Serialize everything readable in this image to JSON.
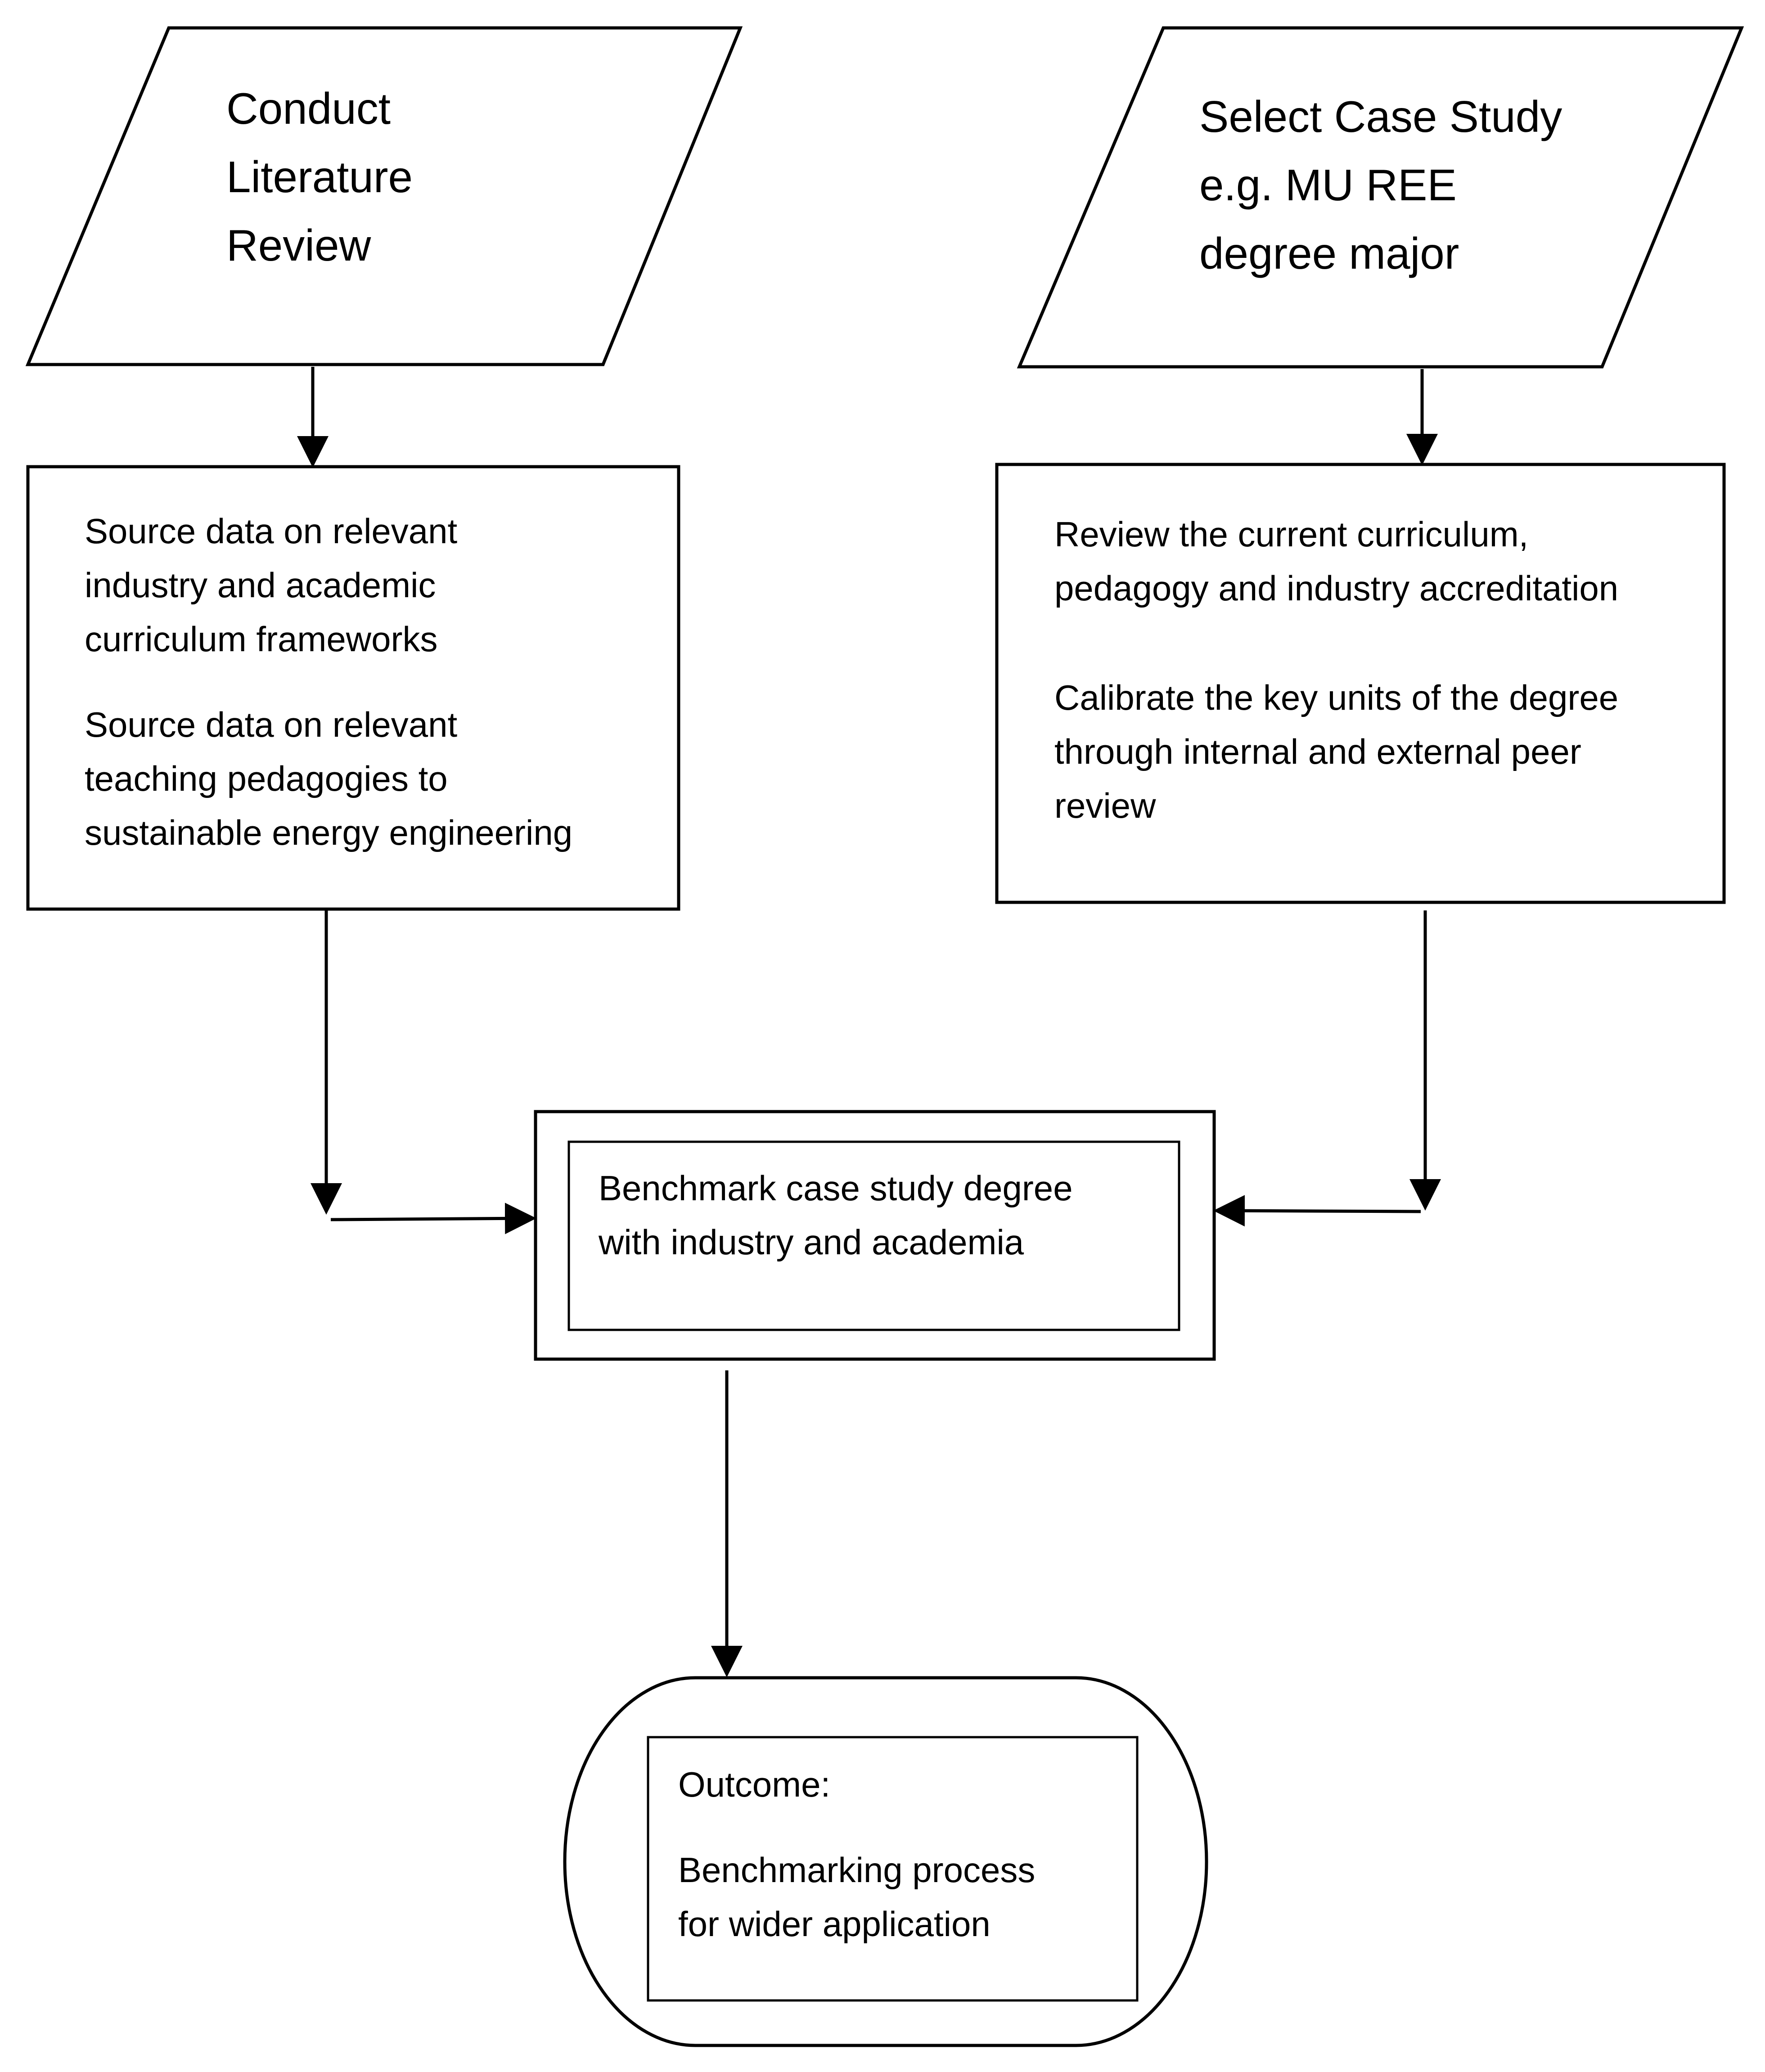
{
  "diagram": {
    "literature_review": {
      "lines": [
        "Conduct",
        "Literature",
        "Review"
      ]
    },
    "case_study": {
      "lines": [
        "Select Case Study",
        "e.g.  MU REE",
        "degree major"
      ]
    },
    "source_data": {
      "paragraph_1": [
        "Source data on relevant",
        "industry and academic",
        "curriculum frameworks"
      ],
      "paragraph_2": [
        "Source data on relevant",
        "teaching pedagogies to",
        "sustainable energy engineering"
      ]
    },
    "review_curriculum": {
      "paragraph_1": [
        "Review the current curriculum,",
        "pedagogy and industry accreditation"
      ],
      "paragraph_2": [
        "Calibrate the key units of the degree",
        "through internal and external peer",
        "review"
      ]
    },
    "benchmark": {
      "lines": [
        "Benchmark case study degree",
        "with industry and academia"
      ]
    },
    "outcome": {
      "heading": "Outcome:",
      "lines": [
        "Benchmarking process",
        "for wider application"
      ]
    }
  }
}
